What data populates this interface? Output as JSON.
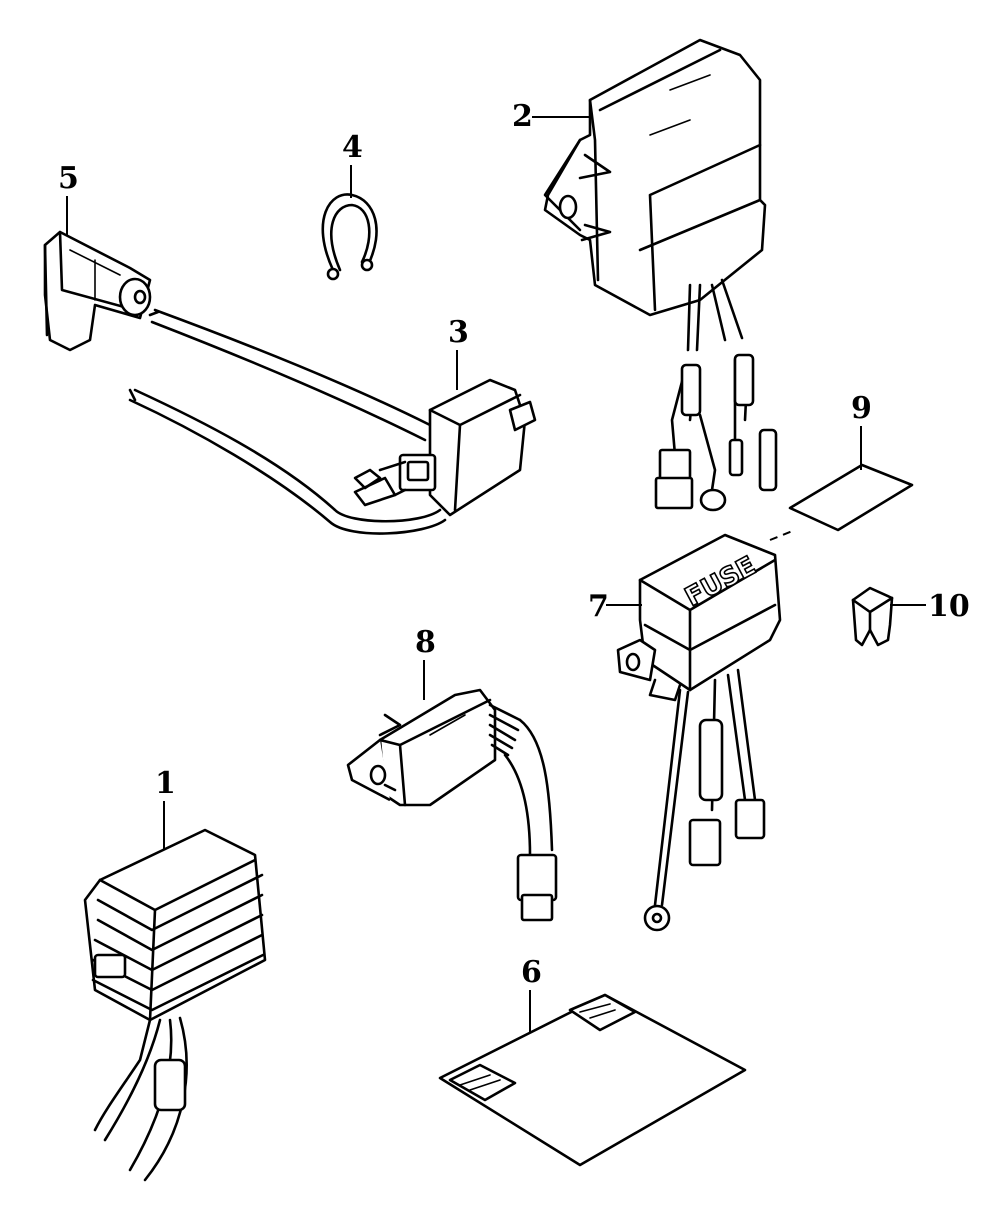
{
  "callouts": [
    {
      "id": "1",
      "label": "1"
    },
    {
      "id": "2",
      "label": "2"
    },
    {
      "id": "3",
      "label": "3"
    },
    {
      "id": "4",
      "label": "4"
    },
    {
      "id": "5",
      "label": "5"
    },
    {
      "id": "6",
      "label": "6"
    },
    {
      "id": "7",
      "label": "7"
    },
    {
      "id": "8",
      "label": "8"
    },
    {
      "id": "9",
      "label": "9"
    },
    {
      "id": "10",
      "label": "10"
    }
  ],
  "fuse_box_text": "FUSE"
}
